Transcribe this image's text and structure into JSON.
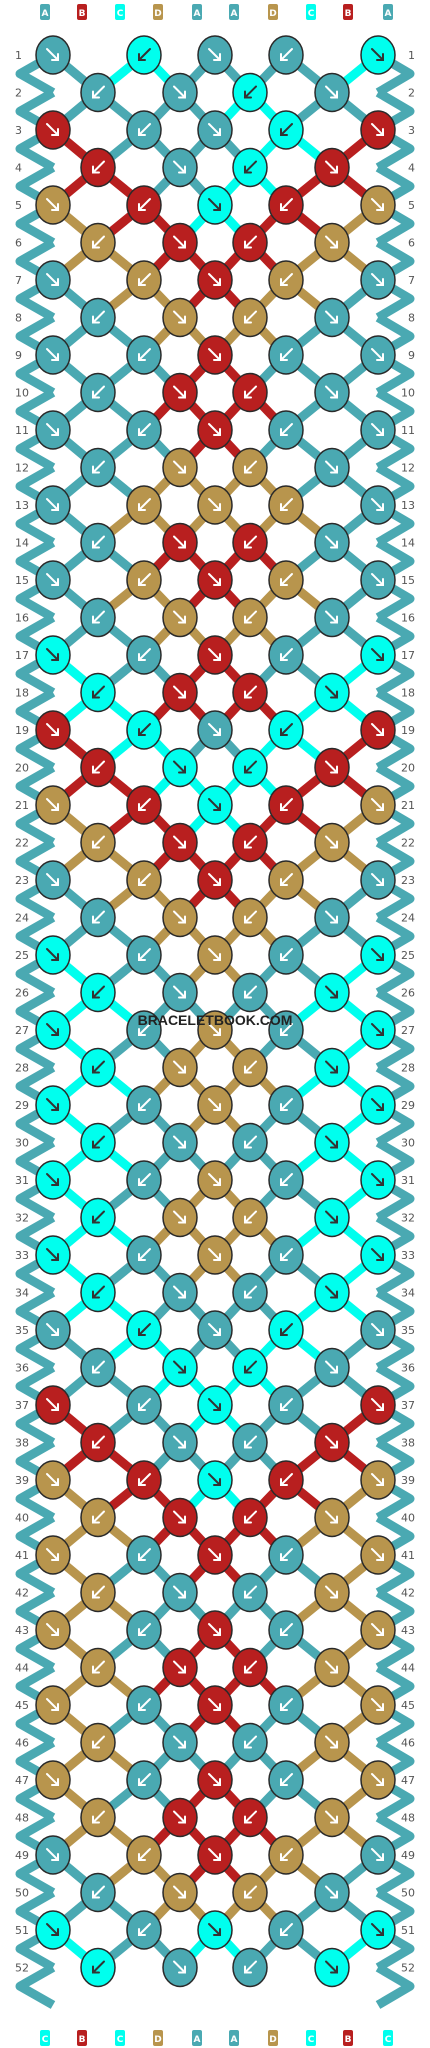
{
  "diagram": {
    "watermark": "BRACELETBOOK.COM",
    "colors": {
      "A": "#4aa9b2",
      "B": "#b81f1f",
      "C": "#00ffee",
      "D": "#b8954d"
    },
    "top_letters": [
      "A",
      "B",
      "C",
      "D",
      "A",
      "A",
      "D",
      "C",
      "B",
      "A"
    ],
    "bottom_letters": [
      "C",
      "B",
      "C",
      "D",
      "A",
      "A",
      "D",
      "C",
      "B",
      "C"
    ],
    "rows": [
      "1",
      "2",
      "3",
      "4",
      "5",
      "6",
      "7",
      "8",
      "9",
      "10",
      "11",
      "12",
      "13",
      "14",
      "15",
      "16",
      "17",
      "18",
      "19",
      "20",
      "21",
      "22",
      "23",
      "24",
      "25",
      "26",
      "27",
      "28",
      "29",
      "30",
      "31",
      "32",
      "33",
      "34",
      "35",
      "36",
      "37",
      "38",
      "39",
      "40",
      "41",
      "42",
      "43",
      "44",
      "45",
      "46",
      "47",
      "48",
      "49",
      "50",
      "51",
      "52"
    ],
    "knots": [
      "ACAAC",
      "AACA",
      "BAACB",
      "BACB",
      "DBCBD",
      "DBBD",
      "ADBDA",
      "ADDA",
      "AABAA",
      "ABBA",
      "AABAA",
      "ADDA",
      "ADDDA",
      "ABBA",
      "ADBDA",
      "ADDA",
      "CABAC",
      "CBBC",
      "BCACB",
      "BCCB",
      "DBCBD",
      "DBBD",
      "ADBDA",
      "ADDA",
      "CADAC",
      "CAAC",
      "CADAC",
      "CDDC",
      "CADAC",
      "CAAC",
      "CADAC",
      "CDDC",
      "CADAC",
      "CAAC",
      "ACACA",
      "ACCA",
      "BACAB",
      "BAAB",
      "DBCBD",
      "DBBD",
      "DABAD",
      "DAAD",
      "DABAD",
      "DBBD",
      "DABAD",
      "DAAD",
      "DABAD",
      "DBBD",
      "ADBDA",
      "ADDA",
      "CACAC",
      "CAAC"
    ],
    "arrow_colors": {
      "A": "#ffffff",
      "B": "#ffffff",
      "C": "#333333",
      "D": "#ffffff"
    }
  }
}
